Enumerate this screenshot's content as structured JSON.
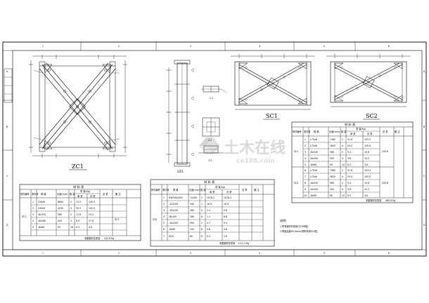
{
  "border": {
    "columns": [
      "1",
      "2",
      "3",
      "4",
      "5",
      "6"
    ],
    "rows": [
      "A",
      "B",
      "C",
      "D"
    ]
  },
  "drawings": {
    "zc1": "ZC1",
    "cross_section": "1-1",
    "gusset": "2-2",
    "detail": "3-3",
    "sc1": "SC1",
    "sc2": "SC2",
    "column": "GZ1"
  },
  "tables": {
    "material_title": "材 料 表",
    "headers": {
      "component": "构件编号",
      "part_no": "零件号",
      "spec": "规 格",
      "length": "长度(mm)",
      "count": "数 量",
      "weight": "重 量(Kg)",
      "single": "单 重",
      "total": "共 重",
      "sum": "总 重",
      "remark": "备 注"
    },
    "left": {
      "group": "ZC1",
      "rows": [
        [
          "1",
          "L90x6",
          "8640",
          "2",
          "72.5",
          "145.0"
        ],
        [
          "2",
          "L90x6",
          "4230",
          "4",
          "35.5",
          "142.0"
        ],
        [
          "3",
          "-8x320",
          "580",
          "2",
          "11.6",
          "23.2"
        ],
        [
          "4",
          "-8x260",
          "420",
          "4",
          "6.9",
          "27.6"
        ],
        [
          "5",
          "-8x60",
          "90",
          "16",
          "0.3",
          "4.8"
        ]
      ],
      "footer": "本图钢材总重量",
      "footer_value": "342.6 Kg"
    },
    "middle": {
      "group": "GZ1",
      "rows": [
        [
          "1",
          "HW300x300",
          "11400",
          "1",
          "1076.2",
          "1076.2"
        ],
        [
          "2",
          "-12x340",
          "340",
          "1",
          "10.9",
          "10.9"
        ],
        [
          "3",
          "-10x120",
          "260",
          "4",
          "2.4",
          "9.6"
        ],
        [
          "4",
          "-8x100",
          "180",
          "8",
          "1.1",
          "8.8"
        ],
        [
          "5",
          "-10x200",
          "300",
          "2",
          "4.7",
          "9.4"
        ],
        [
          "6",
          "-8x80",
          "150",
          "6",
          "0.8",
          "4.8"
        ],
        [
          "7",
          "M20",
          "60",
          "8",
          "0.2",
          "1.6"
        ]
      ],
      "footer": "本图钢材总重量",
      "footer_value": "1121.3 Kg"
    },
    "right": {
      "groups": [
        "SC1",
        "SC2"
      ],
      "rows": [
        [
          "1",
          "L75x6",
          "7460",
          "2",
          "51.6",
          "103.2"
        ],
        [
          "2",
          "L75x6",
          "3620",
          "4",
          "25.0",
          "100.0"
        ],
        [
          "3",
          "-8x240",
          "360",
          "2",
          "5.4",
          "10.8"
        ],
        [
          "4",
          "-8x200",
          "300",
          "4",
          "3.8",
          "15.2"
        ],
        [
          "5",
          "-8x60",
          "90",
          "12",
          "0.3",
          "3.6"
        ],
        [
          "6",
          "L75x6",
          "7460",
          "2",
          "51.6",
          "103.2"
        ],
        [
          "7",
          "L75x6",
          "3620",
          "4",
          "25.0",
          "100.0"
        ],
        [
          "8",
          "-8x240",
          "360",
          "2",
          "5.4",
          "10.8"
        ],
        [
          "9",
          "-8x200",
          "300",
          "4",
          "3.8",
          "15.2"
        ],
        [
          "10",
          "-8x60",
          "90",
          "12",
          "0.3",
          "3.6"
        ]
      ],
      "subtotals": [
        "232.8",
        "232.8"
      ],
      "footer": "本图钢材总重量",
      "footer_value": "465.6 Kg"
    }
  },
  "notes": {
    "title": "说明:",
    "lines": [
      "1.所有钢材均采用Q235B钢。",
      "2.焊缝高度hf=6mm,焊条采用E43型。"
    ]
  },
  "watermark": {
    "brand": "土木在线",
    "url": "co188.com"
  }
}
